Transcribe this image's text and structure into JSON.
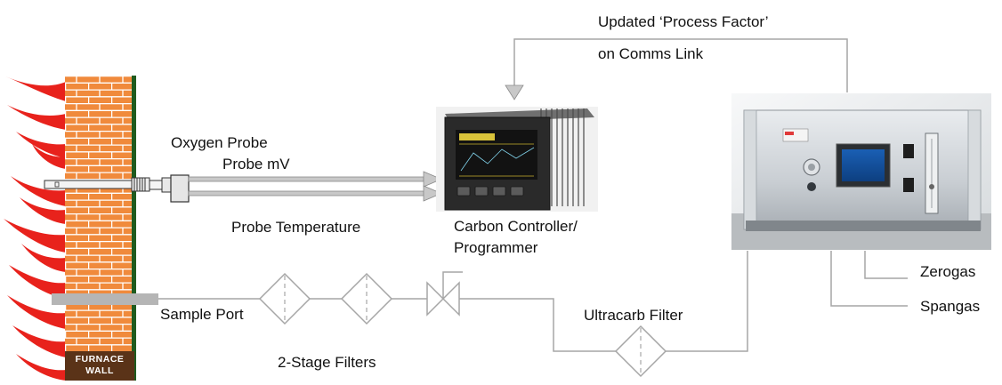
{
  "labels": {
    "process_factor_line1": "Updated ‘Process Factor’",
    "process_factor_line2": "on Comms Link",
    "oxygen_probe": "Oxygen Probe",
    "probe_mv": "Probe mV",
    "probe_temperature": "Probe Temperature",
    "controller_line1": "Carbon Controller/",
    "controller_line2": "Programmer",
    "sample_port": "Sample Port",
    "two_stage_filters": "2-Stage Filters",
    "ultracarb_filter": "Ultracarb Filter",
    "zerogas": "Zerogas",
    "spangas": "Spangas"
  },
  "furnace_wall": {
    "line1": "FURNACE",
    "line2": "WALL"
  },
  "colors": {
    "brick": "#f08a3c",
    "mortar": "#ffffff",
    "flame": "#e8221c",
    "line_gray": "#a6a6a6",
    "arrow_fill": "#c8c8c8"
  }
}
